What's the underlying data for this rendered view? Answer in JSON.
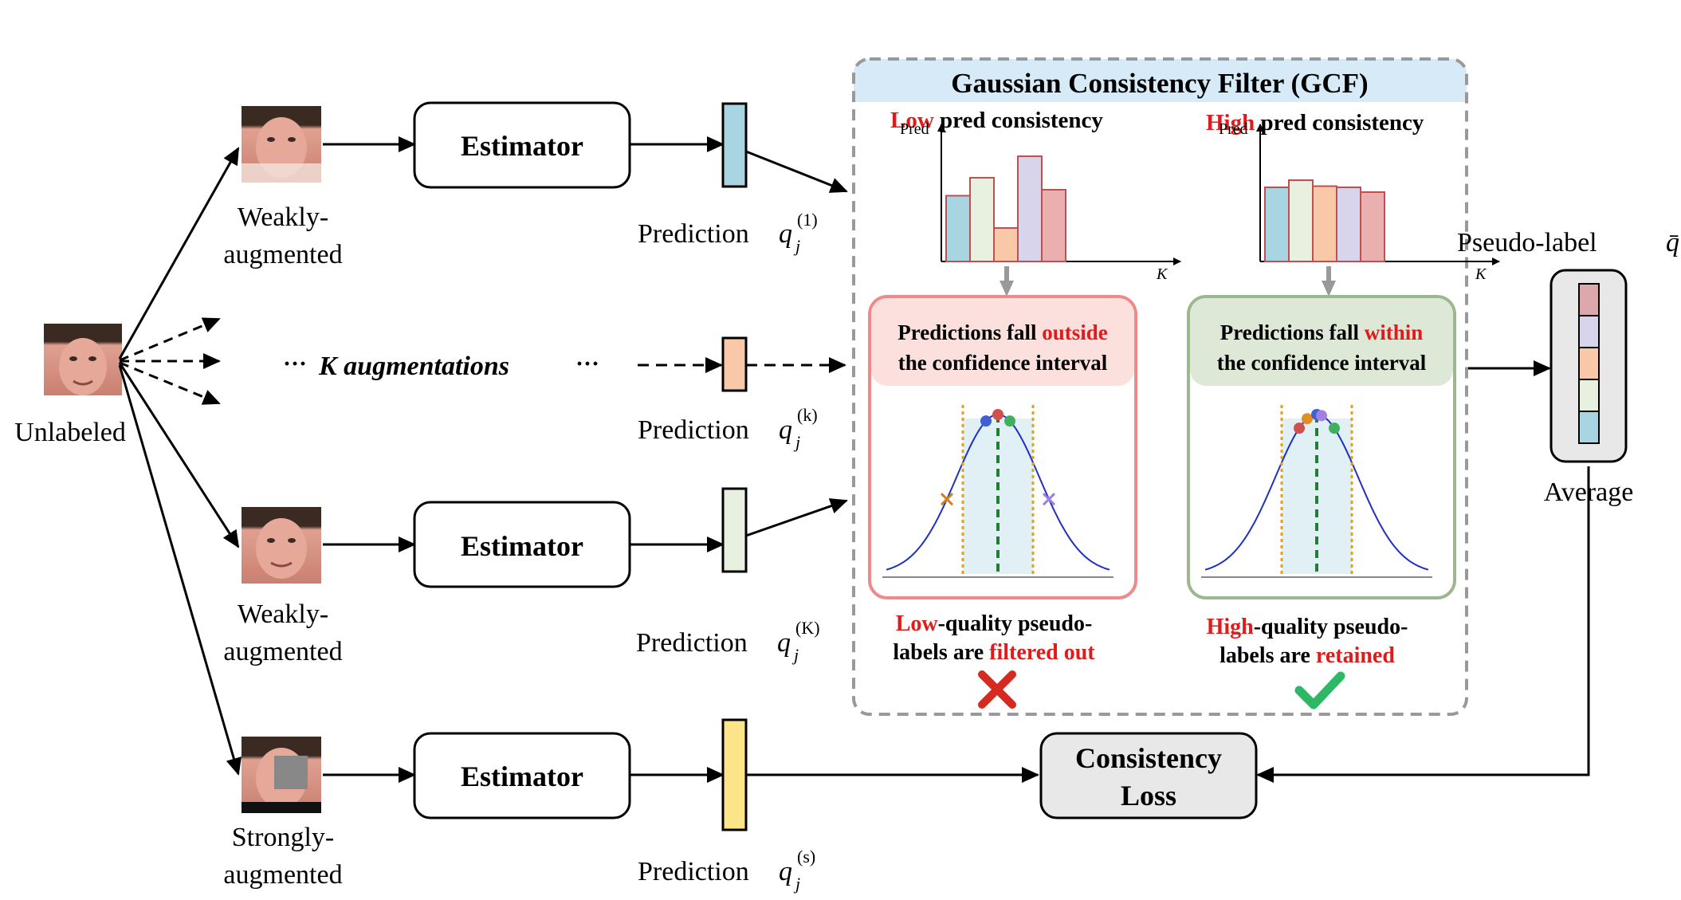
{
  "inputs": {
    "unlabeled": "Unlabeled",
    "weak1_line1": "Weakly-",
    "weak1_line2": "augmented",
    "k_aug": "K augmentations",
    "dots": "···",
    "weak2_line1": "Weakly-",
    "weak2_line2": "augmented",
    "strong_line1": "Strongly-",
    "strong_line2": "augmented"
  },
  "estimators": {
    "label": "Estimator"
  },
  "predictions": {
    "prefix": "Prediction",
    "q": "q",
    "j": "j",
    "sup1": "(1)",
    "supk": "(k)",
    "supK": "(K)",
    "sups": "(s)",
    "colors": [
      "#a9d4e1",
      "#f8c8a8",
      "#e8f0e0",
      "#fce588"
    ]
  },
  "gcf": {
    "title": "Gaussian Consistency Filter (GCF)",
    "low_header_hl": "Low",
    "low_header_rest": " pred consistency",
    "high_header_hl": "High",
    "high_header_rest": " pred consistency",
    "axis_y": "Pred",
    "axis_x": "K",
    "low_box_line1_a": "Predictions fall ",
    "low_box_line1_hl": "outside",
    "low_box_line2": "the confidence interval",
    "high_box_line1_a": "Predictions fall ",
    "high_box_line1_hl": "within",
    "high_box_line2": "the confidence interval",
    "low_result_hl1": "Low",
    "low_result_1": "-quality pseudo-",
    "low_result_2": "labels are ",
    "low_result_hl2": "filtered out",
    "high_result_hl1": "High",
    "high_result_1": "-quality pseudo-",
    "high_result_2": "labels are ",
    "high_result_hl2": "retained"
  },
  "chart_data": [
    {
      "type": "bar",
      "title": "Low pred consistency",
      "ylabel": "Pred",
      "xlabel": "K",
      "values": [
        0.55,
        0.7,
        0.28,
        0.88,
        0.6
      ],
      "colors": [
        "#a9d4e1",
        "#e8f0e0",
        "#f8c8a8",
        "#d8d4ec",
        "#eab0b0"
      ]
    },
    {
      "type": "bar",
      "title": "High pred consistency",
      "ylabel": "Pred",
      "xlabel": "K",
      "values": [
        0.62,
        0.68,
        0.63,
        0.62,
        0.58
      ],
      "colors": [
        "#a9d4e1",
        "#e8f0e0",
        "#f8c8a8",
        "#d8d4ec",
        "#eab0b0"
      ]
    }
  ],
  "output": {
    "pseudo_label": "Pseudo-label",
    "q_bar": "q̄",
    "average": "Average",
    "stack_colors": [
      "#dca8ac",
      "#d8d4ec",
      "#f8c8a8",
      "#e8f0e0",
      "#a9d4e1"
    ],
    "consistency_line1": "Consistency",
    "consistency_line2": "Loss"
  }
}
